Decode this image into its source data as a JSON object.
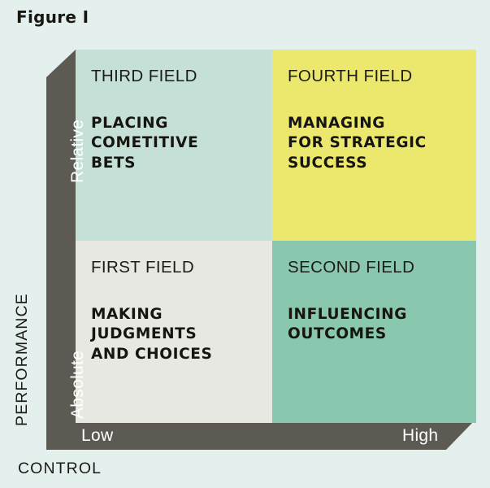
{
  "figure": {
    "title": "Figure I"
  },
  "axes": {
    "y": {
      "title": "PERFORMANCE",
      "bands": [
        {
          "label": "Relative"
        },
        {
          "label": "Absolute"
        }
      ]
    },
    "x": {
      "title": "CONTROL",
      "bands": [
        {
          "label": "Low"
        },
        {
          "label": "High"
        }
      ]
    }
  },
  "quadrants": {
    "top_left": {
      "label": "THIRD FIELD",
      "lines": [
        "PLACING",
        "COMETITIVE",
        "BETS"
      ],
      "color": "#c4e0d7"
    },
    "top_right": {
      "label": "FOURTH FIELD",
      "lines": [
        "MANAGING",
        "FOR STRATEGIC",
        "SUCCESS"
      ],
      "color": "#ece76d"
    },
    "bottom_left": {
      "label": "FIRST FIELD",
      "lines": [
        "MAKING",
        "JUDGMENTS",
        "AND CHOICES"
      ],
      "color": "#e7e8e1"
    },
    "bottom_right": {
      "label": "SECOND FIELD",
      "lines": [
        "INFLUENCING",
        "OUTCOMES"
      ],
      "color": "#89c7ae"
    }
  },
  "colors": {
    "background": "#e4f0ee",
    "axis_bar": "#5c5a53",
    "text_dark": "#16150f",
    "text_light": "#ffffff"
  },
  "chart_data": {
    "type": "table",
    "title": "Figure I",
    "xlabel": "CONTROL",
    "ylabel": "PERFORMANCE",
    "x_categories": [
      "Low",
      "High"
    ],
    "y_categories": [
      "Relative",
      "Absolute"
    ],
    "cells": [
      {
        "x": "Low",
        "y": "Relative",
        "field": "THIRD FIELD",
        "text": "PLACING COMETITIVE BETS",
        "color": "#c4e0d7"
      },
      {
        "x": "High",
        "y": "Relative",
        "field": "FOURTH FIELD",
        "text": "MANAGING FOR STRATEGIC SUCCESS",
        "color": "#ece76d"
      },
      {
        "x": "Low",
        "y": "Absolute",
        "field": "FIRST FIELD",
        "text": "MAKING JUDGMENTS AND CHOICES",
        "color": "#e7e8e1"
      },
      {
        "x": "High",
        "y": "Absolute",
        "field": "SECOND FIELD",
        "text": "INFLUENCING OUTCOMES",
        "color": "#89c7ae"
      }
    ]
  }
}
